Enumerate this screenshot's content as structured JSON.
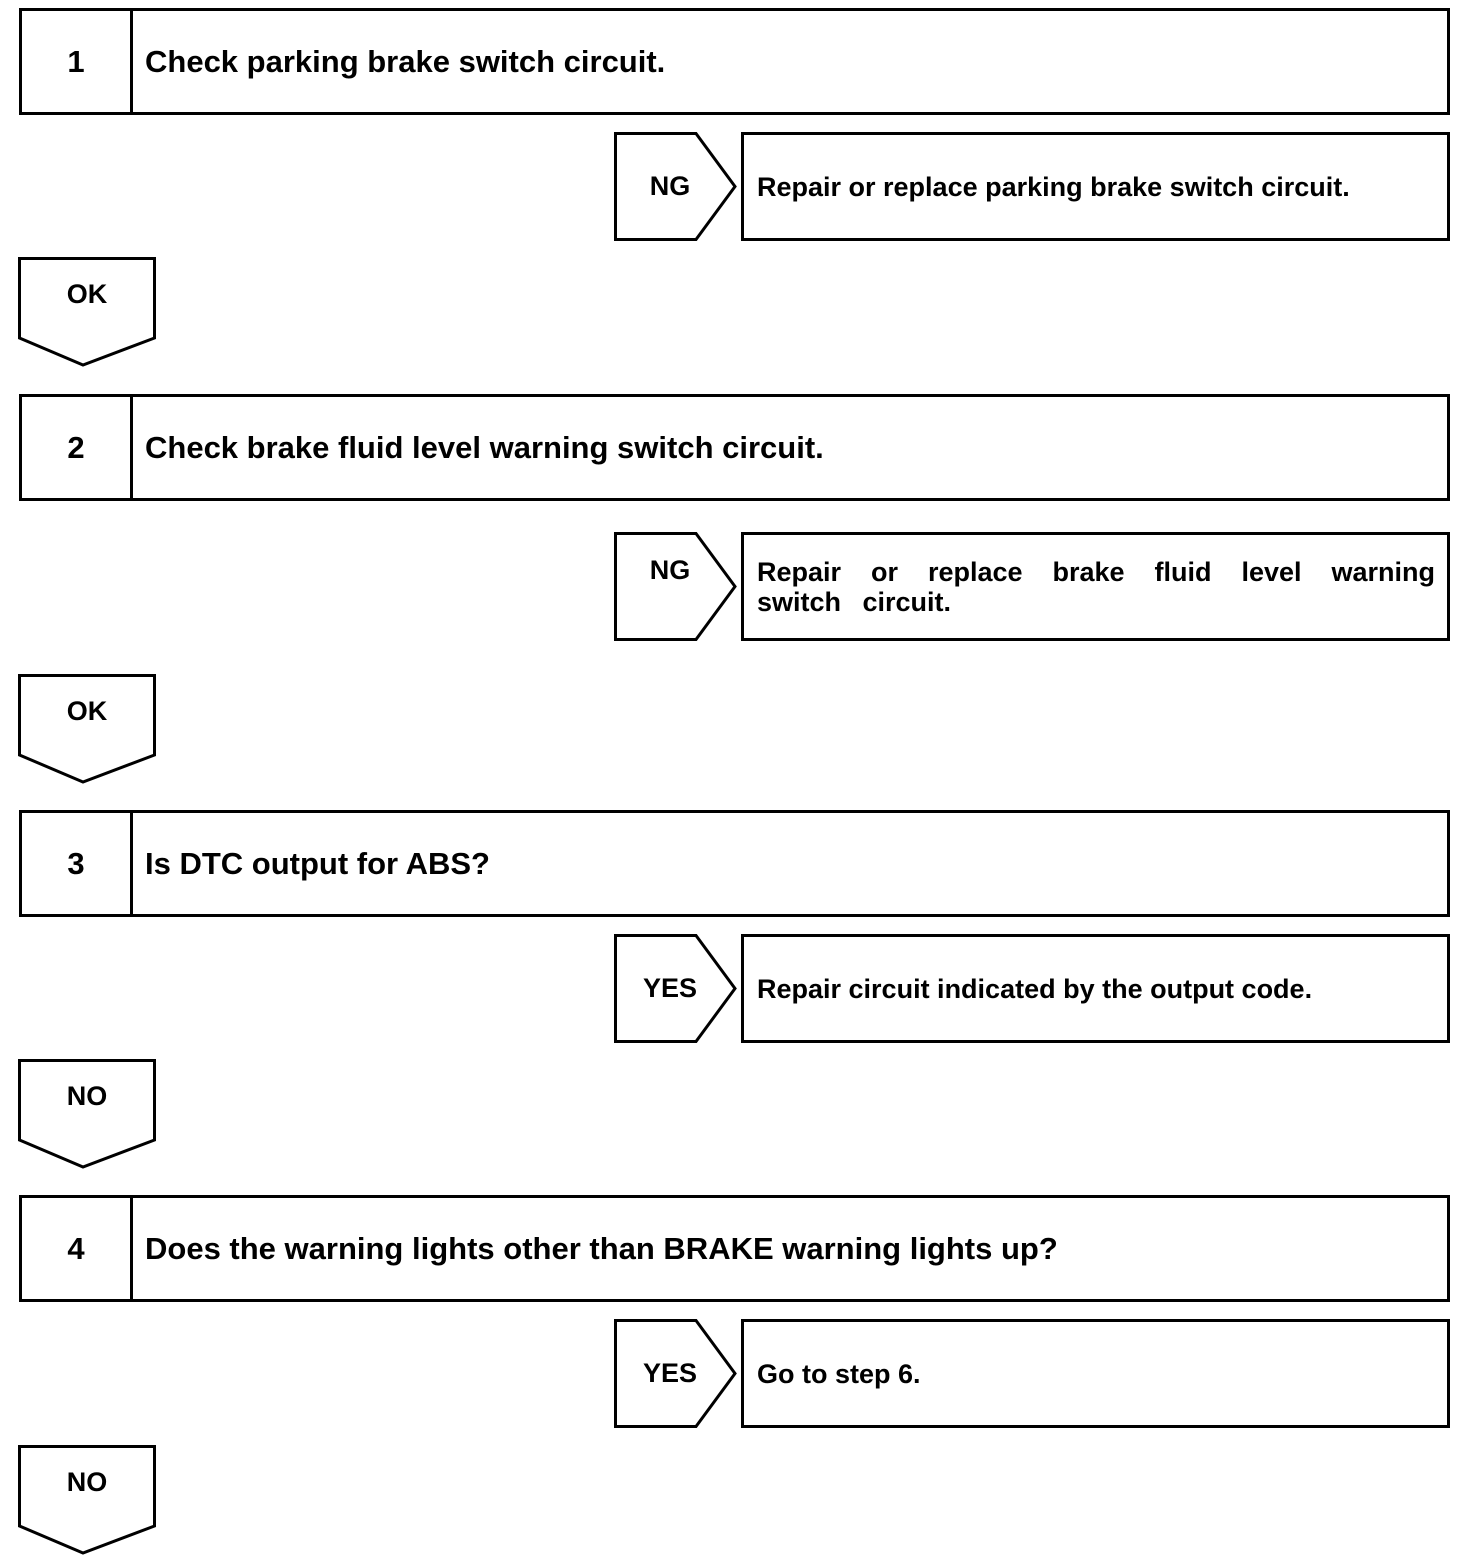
{
  "steps": [
    {
      "number": "1",
      "question": "Check parking brake switch circuit.",
      "branch_label": "NG",
      "branch_action": "Repair or replace parking brake switch circuit.",
      "continue_label": "OK"
    },
    {
      "number": "2",
      "question": "Check brake fluid level warning switch circuit.",
      "branch_label": "NG",
      "branch_action": "Repair or replace brake fluid level warning switch circuit.",
      "continue_label": "OK"
    },
    {
      "number": "3",
      "question": "Is DTC output for ABS?",
      "branch_label": "YES",
      "branch_action": "Repair circuit indicated by the output code.",
      "continue_label": "NO"
    },
    {
      "number": "4",
      "question": "Does the warning lights other than BRAKE warning lights up?",
      "branch_label": "YES",
      "branch_action": "Go to step 6.",
      "continue_label": "NO"
    }
  ]
}
